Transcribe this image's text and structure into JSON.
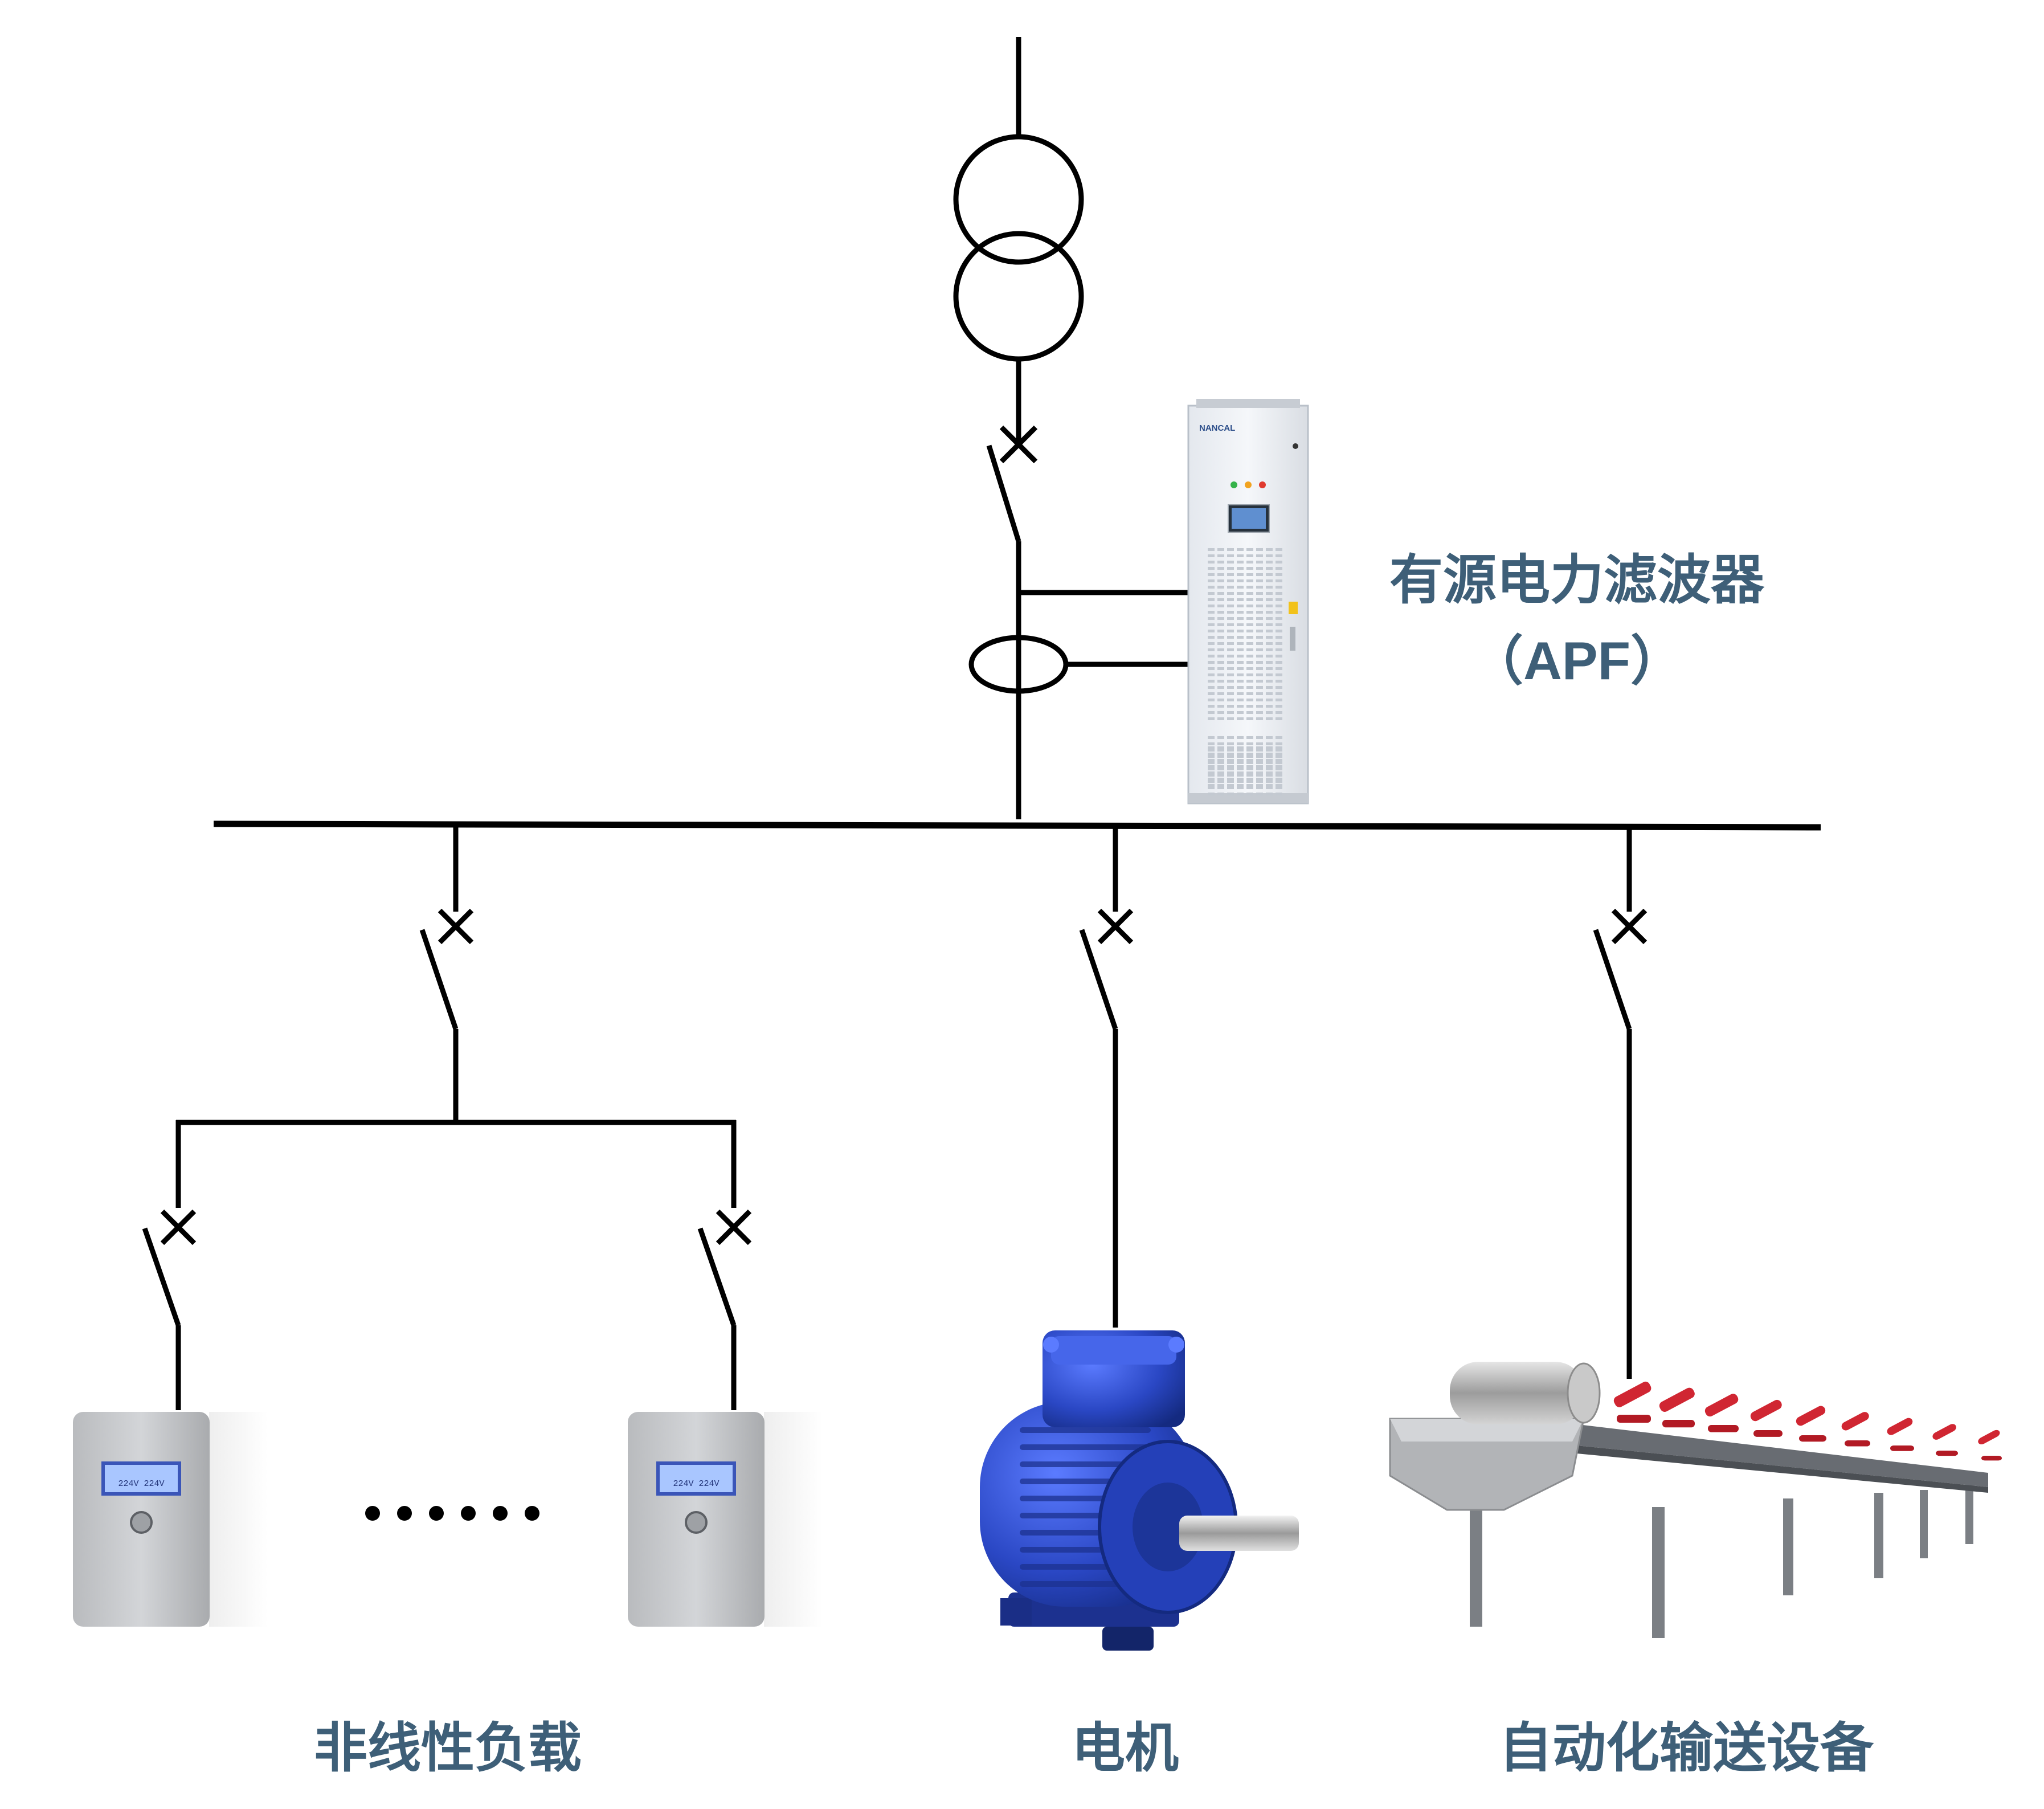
{
  "apf": {
    "name": "有源电力滤波器",
    "abbr": "（APF）",
    "brand": "NANCAL"
  },
  "loads": [
    {
      "id": "nonlinear",
      "label": "非线性负载"
    },
    {
      "id": "motor",
      "label": "电机"
    },
    {
      "id": "conveyor",
      "label": "自动化输送设备"
    }
  ],
  "ellipsis": "……",
  "ups_display": "224V 224V",
  "colors": {
    "label": "#3e5f78",
    "line": "#000000",
    "motor": "#2a47c4",
    "roller": "#d02632",
    "frame": "#7b7f84"
  }
}
